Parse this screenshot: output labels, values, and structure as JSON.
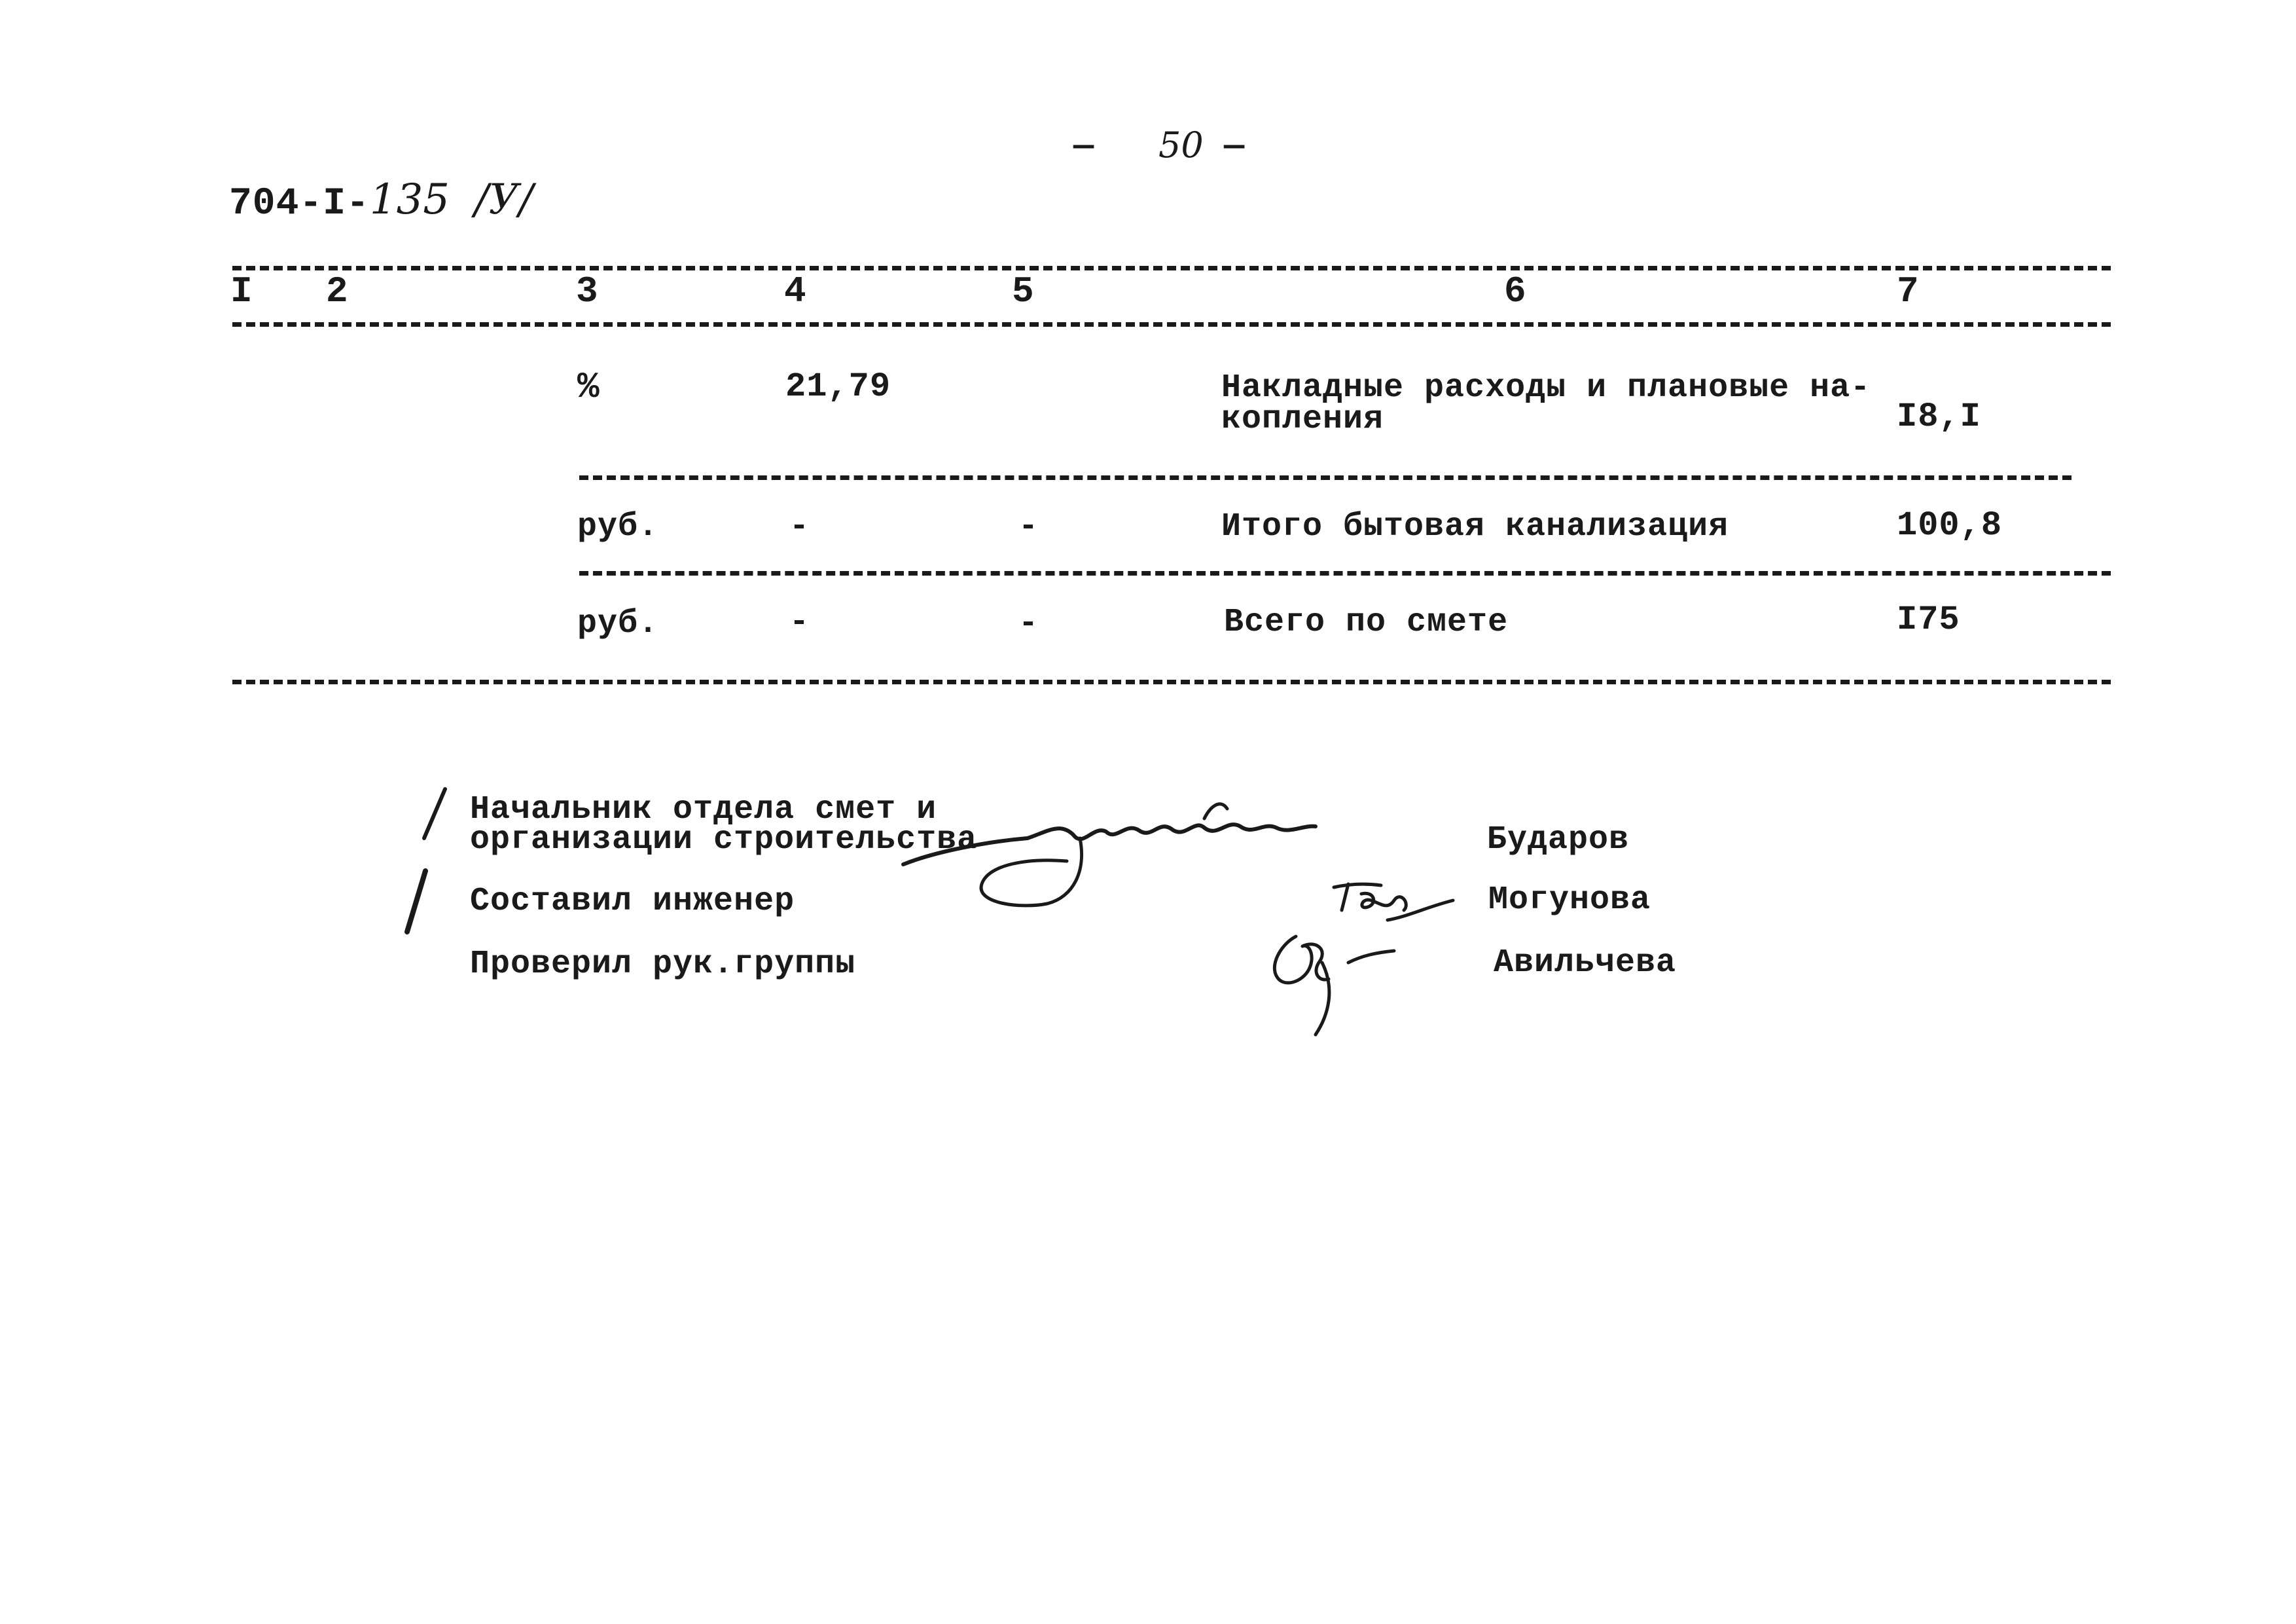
{
  "page_number": "50",
  "page_number_dashes": {
    "left": "—",
    "right": "—"
  },
  "document_code": {
    "printed": "704-I-",
    "handwritten": "135",
    "suffix": "/У/"
  },
  "table": {
    "headers": [
      "I",
      "2",
      "3",
      "4",
      "5",
      "6",
      "7"
    ],
    "rows": [
      {
        "c3": "%",
        "c4": "21,79",
        "c5": "",
        "c6_line1": "Накладные расходы и плановые на-",
        "c6_line2": "копления",
        "c7": "I8,I"
      },
      {
        "c3": "руб.",
        "c4": "-",
        "c5": "-",
        "c6_line1": "Итого бытовая канализация",
        "c6_line2": "",
        "c7": "100,8"
      },
      {
        "c3": "руб.",
        "c4": "-",
        "c5": "-",
        "c6_line1": "Всего по смете",
        "c6_line2": "",
        "c7": "I75"
      }
    ]
  },
  "signatures": [
    {
      "role_line1": "Начальник отдела смет и",
      "role_line2": "организации строительства",
      "name": "Бударов"
    },
    {
      "role_line1": "Составил инженер",
      "role_line2": "",
      "name": "Могунова"
    },
    {
      "role_line1": "Проверил рук.группы",
      "role_line2": "",
      "name": "Авильчева"
    }
  ]
}
